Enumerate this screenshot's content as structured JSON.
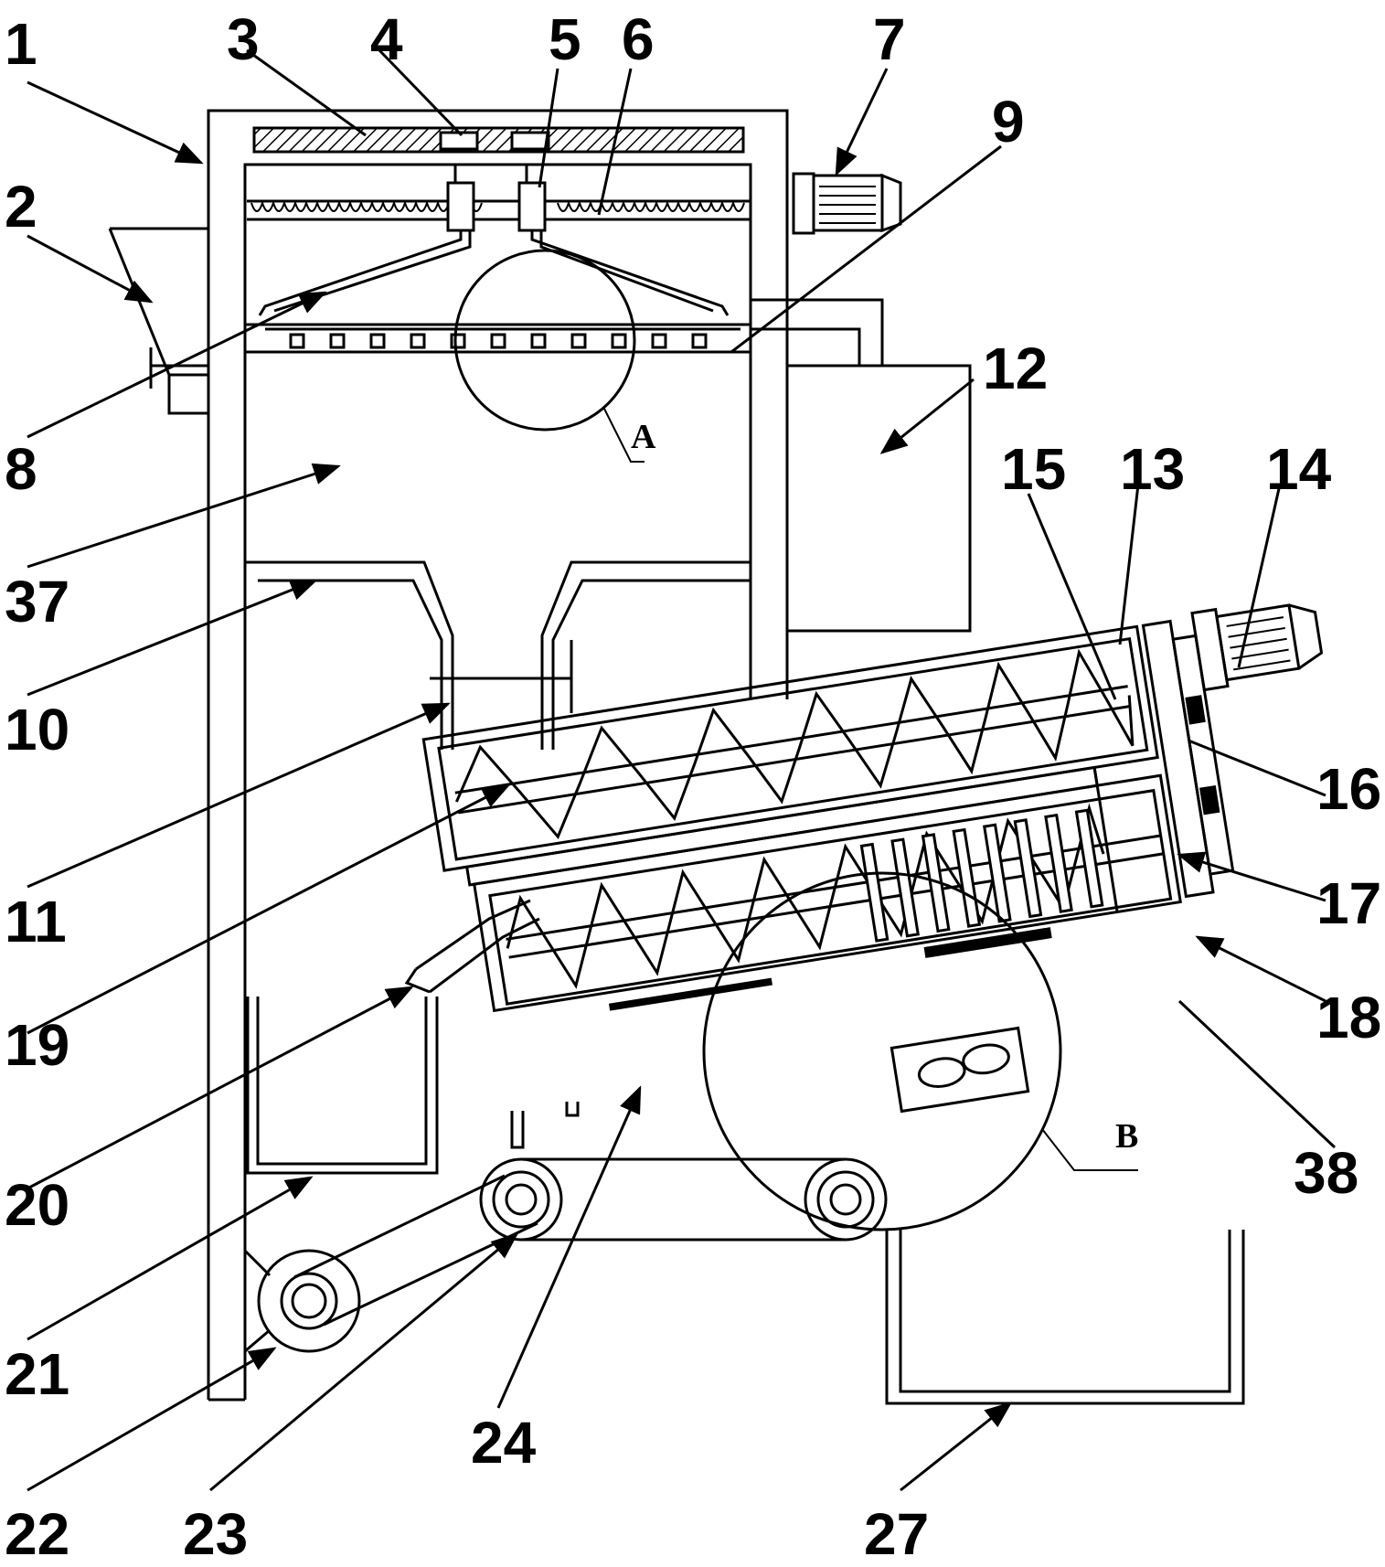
{
  "labels": [
    {
      "id": "1",
      "text": "1"
    },
    {
      "id": "2",
      "text": "2"
    },
    {
      "id": "3",
      "text": "3"
    },
    {
      "id": "4",
      "text": "4"
    },
    {
      "id": "5",
      "text": "5"
    },
    {
      "id": "6",
      "text": "6"
    },
    {
      "id": "7",
      "text": "7"
    },
    {
      "id": "8",
      "text": "8"
    },
    {
      "id": "9",
      "text": "9"
    },
    {
      "id": "10",
      "text": "10"
    },
    {
      "id": "11",
      "text": "11"
    },
    {
      "id": "12",
      "text": "12"
    },
    {
      "id": "13",
      "text": "13"
    },
    {
      "id": "14",
      "text": "14"
    },
    {
      "id": "15",
      "text": "15"
    },
    {
      "id": "16",
      "text": "16"
    },
    {
      "id": "17",
      "text": "17"
    },
    {
      "id": "18",
      "text": "18"
    },
    {
      "id": "19",
      "text": "19"
    },
    {
      "id": "20",
      "text": "20"
    },
    {
      "id": "21",
      "text": "21"
    },
    {
      "id": "22",
      "text": "22"
    },
    {
      "id": "23",
      "text": "23"
    },
    {
      "id": "24",
      "text": "24"
    },
    {
      "id": "27",
      "text": "27"
    },
    {
      "id": "37",
      "text": "37"
    },
    {
      "id": "38",
      "text": "38"
    }
  ],
  "detail_views": [
    {
      "id": "A",
      "text": "A"
    },
    {
      "id": "B",
      "text": "B"
    }
  ]
}
